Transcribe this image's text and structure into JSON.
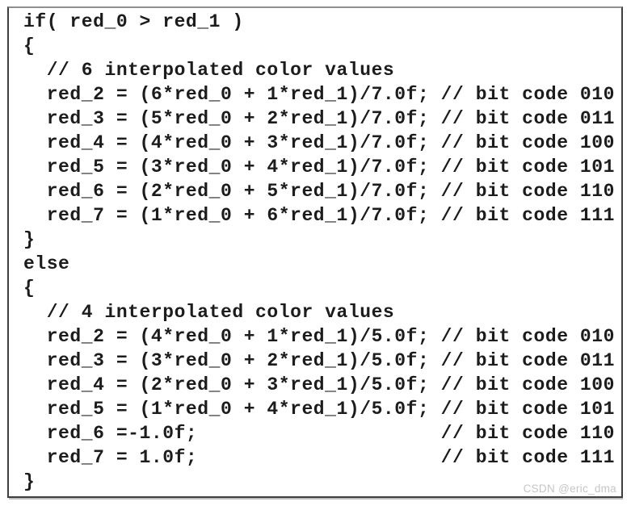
{
  "page": {
    "background_color": "#ffffff"
  },
  "code_box": {
    "border_color": "#3f3f3f",
    "border_top_color": "#8f8f8f",
    "background_color": "#ffffff",
    "text_color": "#1c1c1c"
  },
  "code": {
    "language": "c-like pseudocode",
    "lines": [
      "if( red_0 > red_1 )",
      "{",
      "  // 6 interpolated color values",
      "  red_2 = (6*red_0 + 1*red_1)/7.0f; // bit code 010",
      "  red_3 = (5*red_0 + 2*red_1)/7.0f; // bit code 011",
      "  red_4 = (4*red_0 + 3*red_1)/7.0f; // bit code 100",
      "  red_5 = (3*red_0 + 4*red_1)/7.0f; // bit code 101",
      "  red_6 = (2*red_0 + 5*red_1)/7.0f; // bit code 110",
      "  red_7 = (1*red_0 + 6*red_1)/7.0f; // bit code 111",
      "}",
      "else",
      "{",
      "  // 4 interpolated color values",
      "  red_2 = (4*red_0 + 1*red_1)/5.0f; // bit code 010",
      "  red_3 = (3*red_0 + 2*red_1)/5.0f; // bit code 011",
      "  red_4 = (2*red_0 + 3*red_1)/5.0f; // bit code 100",
      "  red_5 = (1*red_0 + 4*red_1)/5.0f; // bit code 101",
      "  red_6 =-1.0f;                     // bit code 110",
      "  red_7 = 1.0f;                     // bit code 111",
      "}"
    ]
  },
  "watermark": {
    "text": "CSDN @eric_dma",
    "color": "#c6c6c6"
  }
}
